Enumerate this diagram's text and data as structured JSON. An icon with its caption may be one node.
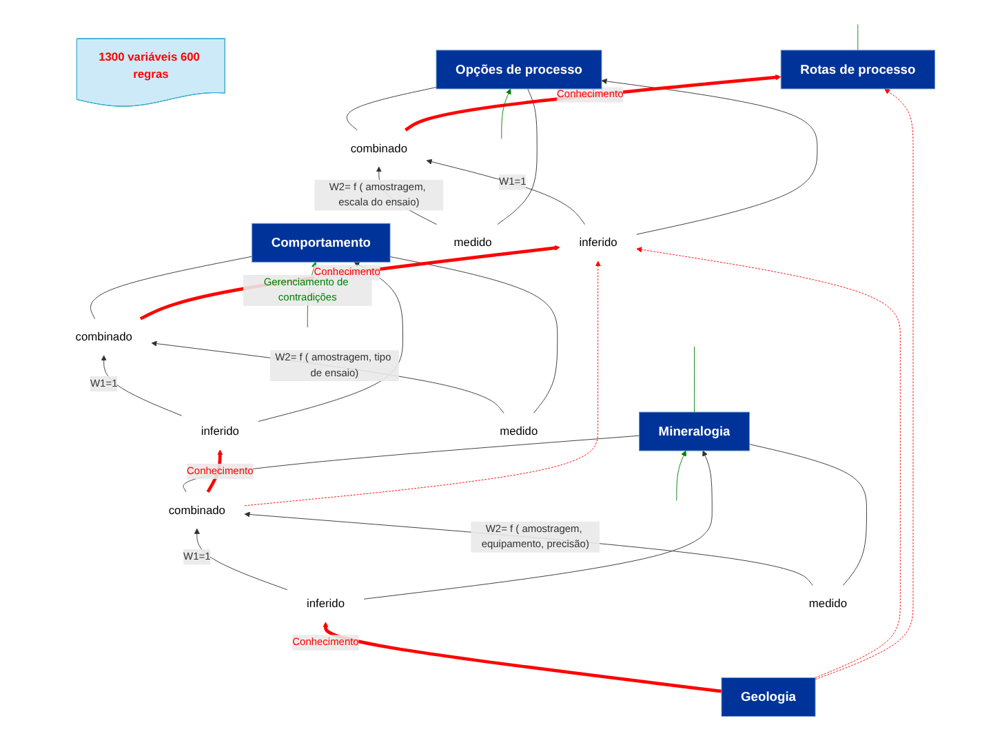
{
  "diagram": {
    "nodes": [
      {
        "text": [
          "Rotas de processo"
        ]
      },
      {
        "text": [
          "combinado"
        ]
      },
      {
        "text": [
          "inferido"
        ]
      },
      {
        "text": [
          "medido"
        ]
      },
      {
        "text": [
          "Opções de processo"
        ]
      },
      {
        "text": [
          "combinado"
        ]
      },
      {
        "text": [
          "inferido"
        ]
      },
      {
        "text": [
          "medido"
        ]
      },
      {
        "text": [
          "Comportamento"
        ]
      },
      {
        "text": [
          "combinado"
        ]
      },
      {
        "text": [
          "inferido"
        ]
      },
      {
        "text": [
          "medido"
        ]
      },
      {
        "text": [
          "Mineralogia"
        ]
      },
      {
        "text": [
          "Geologia"
        ]
      },
      {
        "text": [
          "1300 variáveis 600 regras"
        ]
      }
    ],
    "edges": [
      {
        "from": 13,
        "to": 10,
        "arrow": "to",
        "label": "Conhecimento",
        "style": "thick",
        "color": "#ff0000"
      },
      {
        "from": 10,
        "to": 9,
        "arrow": "to",
        "label": "W1=1"
      },
      {
        "from": 11,
        "to": 9,
        "arrow": "to",
        "label": "W2= f ( amostragem, equipamento, precisão)"
      },
      {
        "from": 10,
        "to": 12,
        "arrow": "to"
      },
      {
        "from": 9,
        "to": 12,
        "arrow": "none"
      },
      {
        "from": 11,
        "to": 12,
        "arrow": "none"
      },
      {
        "from": 9,
        "to": 6,
        "arrow": "to",
        "label": "Conhecimento",
        "style": "thick",
        "color": "#ff0000"
      },
      {
        "from": 6,
        "to": 5,
        "arrow": "to",
        "label": "W1=1"
      },
      {
        "from": 7,
        "to": 5,
        "arrow": "to",
        "label": "W2= f ( amostragem, tipo de ensaio)"
      },
      {
        "from": 6,
        "to": 8,
        "arrow": "to"
      },
      {
        "from": 5,
        "to": 8,
        "arrow": "none"
      },
      {
        "from": 7,
        "to": 8,
        "arrow": "none"
      },
      {
        "from": 5,
        "to": 2,
        "arrow": "to",
        "label": "Conhecimento",
        "style": "thick",
        "color": "#ff0000"
      },
      {
        "from": 2,
        "to": 1,
        "arrow": "to",
        "label": "W1=1"
      },
      {
        "from": 3,
        "to": 1,
        "arrow": "to",
        "label": "W2= f ( amostragem, escala do ensaio)"
      },
      {
        "from": 2,
        "to": 4,
        "arrow": "to"
      },
      {
        "from": 1,
        "to": 4,
        "arrow": "none"
      },
      {
        "from": 3,
        "to": 4,
        "arrow": "none"
      },
      {
        "from": 1,
        "to": 0,
        "arrow": "to",
        "label": "Conhecimento",
        "style": "thick",
        "color": "#ff0000"
      },
      {
        "from": 13,
        "to": 2,
        "arrow": "to",
        "style": "dashed",
        "color": "#ff0000"
      },
      {
        "from": 9,
        "to": 2,
        "arrow": "to",
        "style": "dashed",
        "color": "#ff0000"
      },
      {
        "from": 13,
        "to": 0,
        "arrow": "to",
        "style": "dashed",
        "color": "#ff0000"
      },
      {
        "from": null,
        "to": 4,
        "arrow": "to",
        "color": "#008000"
      },
      {
        "from": null,
        "to": 8,
        "arrow": "to",
        "label": "Gerenciamento de contradições",
        "color": "#008000"
      },
      {
        "from": 12,
        "to": null,
        "arrow": "none",
        "color": "#008000"
      },
      {
        "from": 0,
        "to": null,
        "arrow": "none",
        "color": "#008000"
      },
      {
        "from": null,
        "to": 12,
        "arrow": "to",
        "color": "#008000"
      }
    ]
  }
}
